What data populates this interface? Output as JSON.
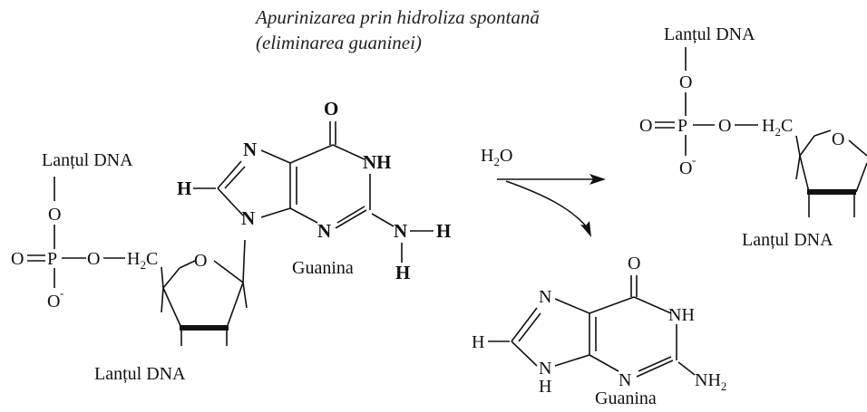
{
  "title": {
    "line1": "Apurinizarea prin hidroliza spontană",
    "line2": "(eliminarea guaninei)"
  },
  "left": {
    "chain_top": "Lanțul DNA",
    "chain_bottom": "Lanțul DNA",
    "phosphate_O_top": "O",
    "phosphate_O_left": "O",
    "phosphate_P": "P",
    "phosphate_O_right": "O",
    "phosphate_O_minus": "O",
    "charge_minus": "-",
    "ch2": "H",
    "ch2_sub": "2",
    "ch2_c": "C",
    "ring_O": "O",
    "guanine": {
      "O": "O",
      "N7": "N",
      "H8": "H",
      "N9": "N",
      "N3": "N",
      "NH1": "NH",
      "N_amino": "N",
      "H_amino1": "H",
      "H_amino2": "H",
      "name": "Guanina"
    }
  },
  "reagent": {
    "H": "H",
    "sub": "2",
    "O": "O"
  },
  "right": {
    "chain_top": "Lanțul DNA",
    "chain_bottom": "Lanțul DNA",
    "phosphate_O_top": "O",
    "phosphate_O_left": "O",
    "phosphate_P": "P",
    "phosphate_O_right": "O",
    "phosphate_O_minus": "O",
    "charge_minus": "-",
    "ch2": "H",
    "ch2_sub": "2",
    "ch2_c": "C",
    "ring_O": "O"
  },
  "product_guanine": {
    "O": "O",
    "N7": "N",
    "H8": "H",
    "N9H_N": "N",
    "N9H_H": "H",
    "N3": "N",
    "NH1": "NH",
    "NH2": "NH",
    "NH2_sub": "2",
    "name": "Guanina"
  }
}
